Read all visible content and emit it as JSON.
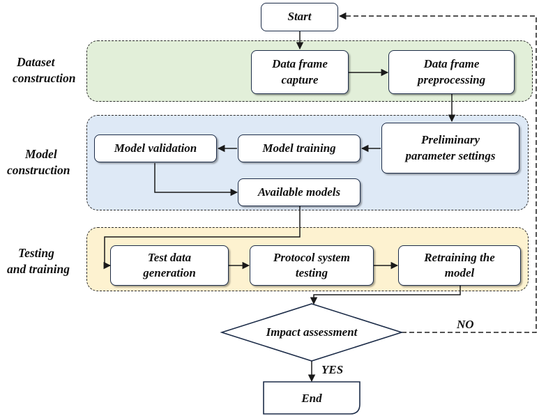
{
  "groups": {
    "dataset": {
      "label_line1": "Dataset",
      "label_line2": "construction"
    },
    "model": {
      "label_line1": "Model",
      "label_line2": "construction"
    },
    "testing": {
      "label_line1": "Testing",
      "label_line2": "and training"
    }
  },
  "nodes": {
    "start": "Start",
    "capture_line1": "Data frame",
    "capture_line2": "capture",
    "preprocessing_line1": "Data frame",
    "preprocessing_line2": "preprocessing",
    "params_line1": "Preliminary",
    "params_line2": "parameter settings",
    "training": "Model training",
    "validation": "Model validation",
    "available": "Available models",
    "testgen_line1": "Test data",
    "testgen_line2": "generation",
    "protocol_line1": "Protocol system",
    "protocol_line2": "testing",
    "retrain_line1": "Retraining the",
    "retrain_line2": "model",
    "decision": "Impact assessment",
    "end": "End"
  },
  "edges": {
    "no_label": "NO",
    "yes_label": "YES"
  },
  "colors": {
    "dataset_fill": "#e2efd9",
    "model_fill": "#dee9f6",
    "testing_fill": "#fdf2d0",
    "stroke": "#1c2c48"
  }
}
